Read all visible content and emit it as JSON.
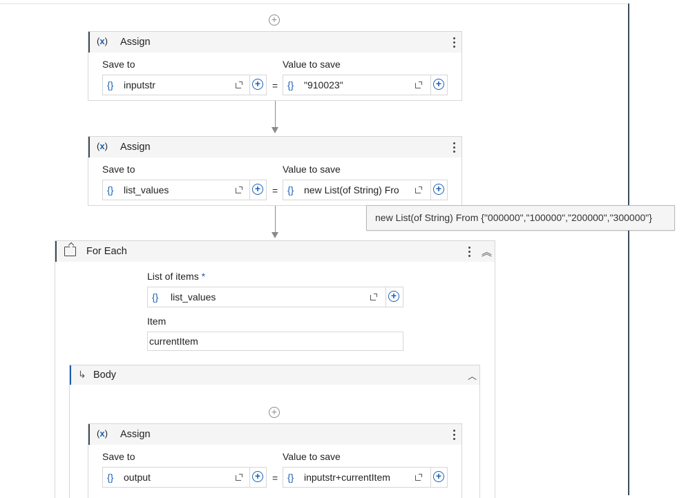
{
  "assign1": {
    "title": "Assign",
    "save_to_label": "Save to",
    "value_label": "Value to save",
    "save_to_value": "inputstr",
    "value": "\"910023\""
  },
  "assign2": {
    "title": "Assign",
    "save_to_label": "Save to",
    "value_label": "Value to save",
    "save_to_value": "list_values",
    "value": "new List(of String) Fro"
  },
  "tooltip": "new List(of String) From {\"000000\",\"100000\",\"200000\",\"300000\"}",
  "foreach": {
    "title": "For Each",
    "list_label": "List of items",
    "required_mark": "*",
    "list_value": "list_values",
    "item_label": "Item",
    "item_value": "currentItem"
  },
  "body": {
    "title": "Body"
  },
  "assign3": {
    "title": "Assign",
    "save_to_label": "Save to",
    "value_label": "Value to save",
    "save_to_value": "output",
    "value": "inputstr+currentItem"
  },
  "glyphs": {
    "assign_icon_left": "(",
    "assign_icon_x": "x",
    "assign_icon_right": ")",
    "braces": "{}",
    "equals": "=",
    "plus": "+",
    "chevron_up": "︿",
    "double_chevron_up": "︽",
    "body_arrow": "↳"
  },
  "colors": {
    "accent": "#1a5fb4",
    "header_bg": "#f5f5f5",
    "border": "#d6d6d6",
    "splitter": "#3d4b5c"
  }
}
